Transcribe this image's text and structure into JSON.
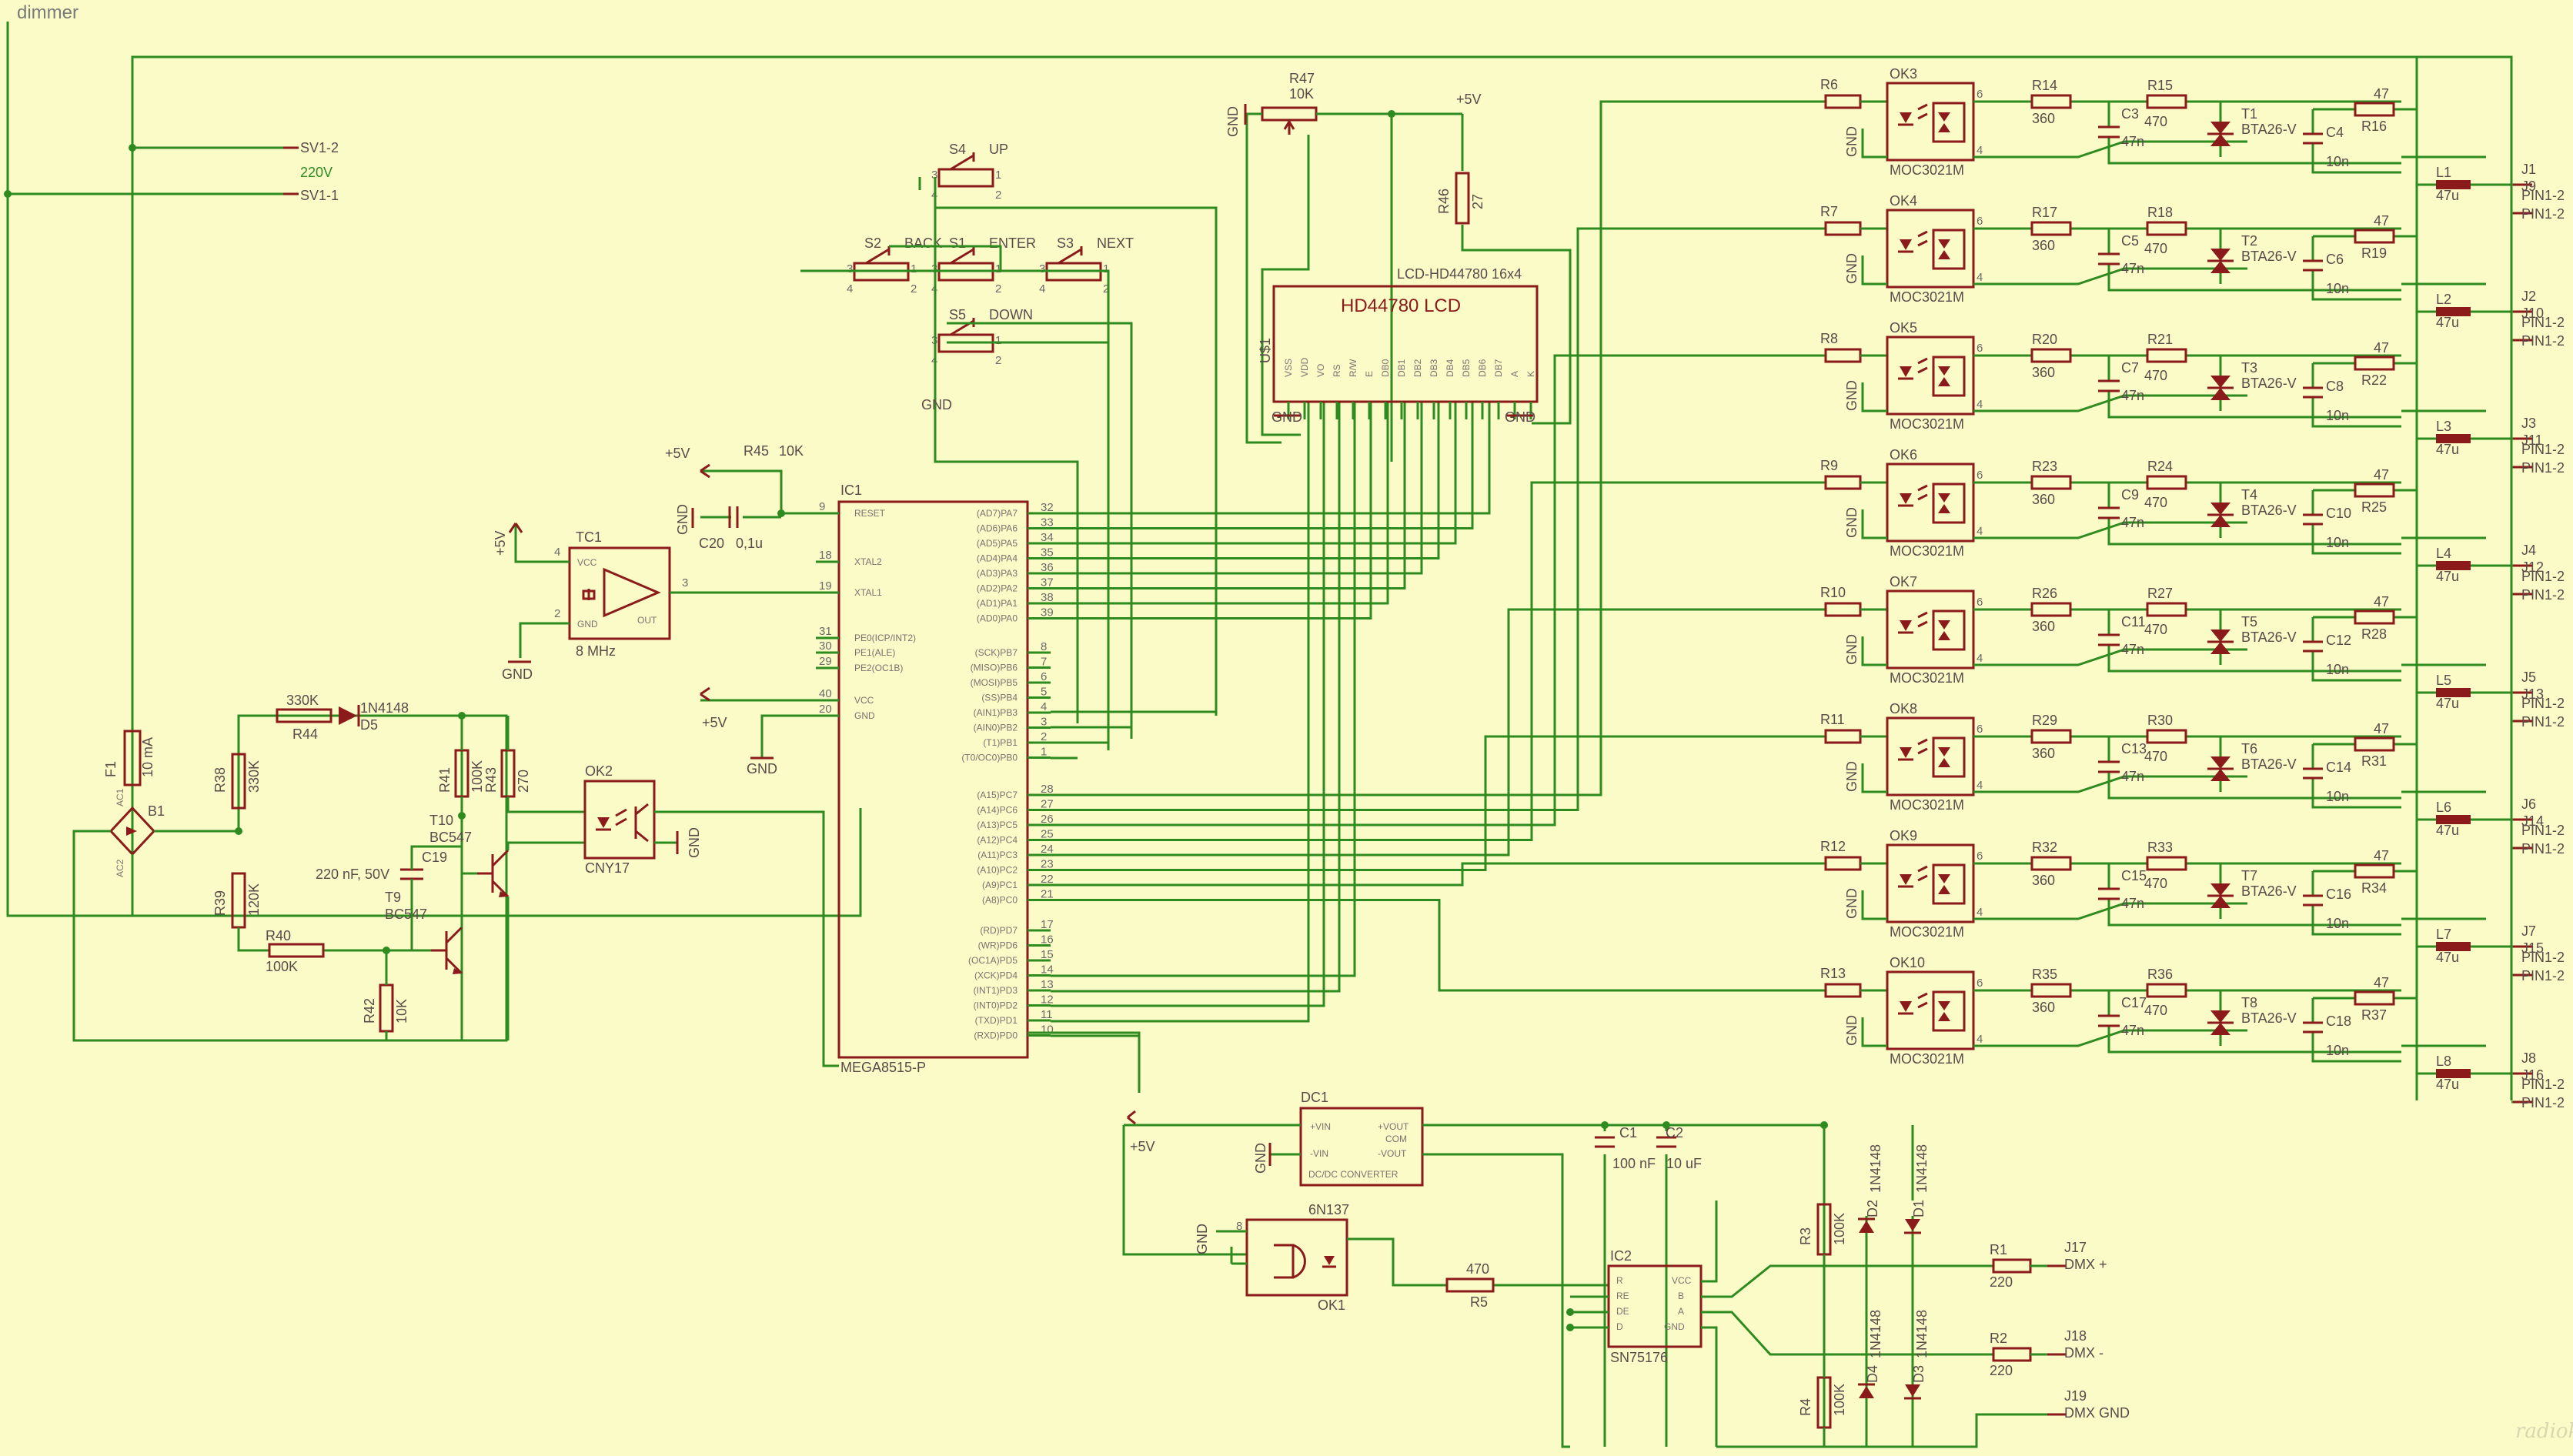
{
  "title": "dimmer",
  "net_label_220v": "220V",
  "mains": {
    "sv1_2": "SV1-2",
    "sv1_1": "SV1-1"
  },
  "fuse": {
    "name": "F1",
    "value": "10 mA"
  },
  "bridge": {
    "name": "B1",
    "ac1": "AC1",
    "ac2": "AC2"
  },
  "zero_cross": {
    "r44": {
      "name": "R44",
      "value": "330K"
    },
    "d5": {
      "name": "D5",
      "value": "1N4148"
    },
    "r38": {
      "name": "R38",
      "value": "330K"
    },
    "r39": {
      "name": "R39",
      "value": "120K"
    },
    "r40": {
      "name": "R40",
      "value": "100K"
    },
    "r41": {
      "name": "R41",
      "value": "100K"
    },
    "r42": {
      "name": "R42",
      "value": "10K"
    },
    "r43": {
      "name": "R43",
      "value": "270"
    },
    "c19": {
      "name": "C19",
      "value": "220 nF, 50V"
    },
    "t9": {
      "name": "T9",
      "value": "BC547"
    },
    "t10": {
      "name": "T10",
      "value": "BC547"
    },
    "ok2": {
      "name": "OK2",
      "value": "CNY17"
    }
  },
  "gnd": "GND",
  "plus5v": "+5V",
  "crystal": {
    "name": "TC1",
    "value": "8 MHz",
    "vcc": "VCC",
    "gnd": "GND",
    "out": "OUT",
    "pin_vcc": "4",
    "pin_gnd": "2",
    "pin_out": "3"
  },
  "reset": {
    "r45": {
      "name": "R45",
      "value": "10K"
    },
    "c20": {
      "name": "C20",
      "value": "0,1u"
    }
  },
  "buttons": [
    {
      "name": "S4",
      "label": "UP"
    },
    {
      "name": "S2",
      "label": "BACK"
    },
    {
      "name": "S1",
      "label": "ENTER"
    },
    {
      "name": "S3",
      "label": "NEXT"
    },
    {
      "name": "S5",
      "label": "DOWN"
    }
  ],
  "pot": {
    "name": "R47",
    "value": "10K"
  },
  "r46": {
    "name": "R46",
    "value": "27"
  },
  "lcd": {
    "part": "LCD-HD44780 16x4",
    "title": "HD44780 LCD",
    "ref": "U$1",
    "pins": [
      "VSS",
      "VDD",
      "VO",
      "RS",
      "R/W",
      "E",
      "DB0",
      "DB1",
      "DB2",
      "DB3",
      "DB4",
      "DB5",
      "DB6",
      "DB7",
      "A",
      "K"
    ]
  },
  "mcu": {
    "name": "IC1",
    "part": "MEGA8515-P",
    "left_pins": [
      {
        "label": "RESET",
        "num": "9"
      },
      {
        "label": "XTAL2",
        "num": "18"
      },
      {
        "label": "XTAL1",
        "num": "19"
      },
      {
        "label": "PE0(ICP/INT2)",
        "num": "31"
      },
      {
        "label": "PE1(ALE)",
        "num": "30"
      },
      {
        "label": "PE2(OC1B)",
        "num": "29"
      },
      {
        "label": "VCC",
        "num": "40"
      },
      {
        "label": "GND",
        "num": "20"
      }
    ],
    "right_pins": [
      {
        "label": "(AD7)PA7",
        "num": "32"
      },
      {
        "label": "(AD6)PA6",
        "num": "33"
      },
      {
        "label": "(AD5)PA5",
        "num": "34"
      },
      {
        "label": "(AD4)PA4",
        "num": "35"
      },
      {
        "label": "(AD3)PA3",
        "num": "36"
      },
      {
        "label": "(AD2)PA2",
        "num": "37"
      },
      {
        "label": "(AD1)PA1",
        "num": "38"
      },
      {
        "label": "(AD0)PA0",
        "num": "39"
      },
      {
        "label": "(SCK)PB7",
        "num": "8"
      },
      {
        "label": "(MISO)PB6",
        "num": "7"
      },
      {
        "label": "(MOSI)PB5",
        "num": "6"
      },
      {
        "label": "(SS)PB4",
        "num": "5"
      },
      {
        "label": "(AIN1)PB3",
        "num": "4"
      },
      {
        "label": "(AIN0)PB2",
        "num": "3"
      },
      {
        "label": "(T1)PB1",
        "num": "2"
      },
      {
        "label": "(T0/OC0)PB0",
        "num": "1"
      },
      {
        "label": "(A15)PC7",
        "num": "28"
      },
      {
        "label": "(A14)PC6",
        "num": "27"
      },
      {
        "label": "(A13)PC5",
        "num": "26"
      },
      {
        "label": "(A12)PC4",
        "num": "25"
      },
      {
        "label": "(A11)PC3",
        "num": "24"
      },
      {
        "label": "(A10)PC2",
        "num": "23"
      },
      {
        "label": "(A9)PC1",
        "num": "22"
      },
      {
        "label": "(A8)PC0",
        "num": "21"
      },
      {
        "label": "(RD)PD7",
        "num": "17"
      },
      {
        "label": "(WR)PD6",
        "num": "16"
      },
      {
        "label": "(OC1A)PD5",
        "num": "15"
      },
      {
        "label": "(XCK)PD4",
        "num": "14"
      },
      {
        "label": "(INT1)PD3",
        "num": "13"
      },
      {
        "label": "(INT0)PD2",
        "num": "12"
      },
      {
        "label": "(TXD)PD1",
        "num": "11"
      },
      {
        "label": "(RXD)PD0",
        "num": "10"
      }
    ]
  },
  "channels": [
    {
      "r_in": "R6",
      "ok": "OK3",
      "r_a": "R14",
      "r_b": "R15",
      "c": "C3",
      "t": "T1",
      "c2": "C4",
      "r_s": "R16",
      "l": "L1",
      "j": "J1",
      "j2": "J9"
    },
    {
      "r_in": "R7",
      "ok": "OK4",
      "r_a": "R17",
      "r_b": "R18",
      "c": "C5",
      "t": "T2",
      "c2": "C6",
      "r_s": "R19",
      "l": "L2",
      "j": "J2",
      "j2": "J10"
    },
    {
      "r_in": "R8",
      "ok": "OK5",
      "r_a": "R20",
      "r_b": "R21",
      "c": "C7",
      "t": "T3",
      "c2": "C8",
      "r_s": "R22",
      "l": "L3",
      "j": "J3",
      "j2": "J11"
    },
    {
      "r_in": "R9",
      "ok": "OK6",
      "r_a": "R23",
      "r_b": "R24",
      "c": "C9",
      "t": "T4",
      "c2": "C10",
      "r_s": "R25",
      "l": "L4",
      "j": "J4",
      "j2": "J12"
    },
    {
      "r_in": "R10",
      "ok": "OK7",
      "r_a": "R26",
      "r_b": "R27",
      "c": "C11",
      "t": "T5",
      "c2": "C12",
      "r_s": "R28",
      "l": "L5",
      "j": "J5",
      "j2": "J13"
    },
    {
      "r_in": "R11",
      "ok": "OK8",
      "r_a": "R29",
      "r_b": "R30",
      "c": "C13",
      "t": "T6",
      "c2": "C14",
      "r_s": "R31",
      "l": "L6",
      "j": "J6",
      "j2": "J14"
    },
    {
      "r_in": "R12",
      "ok": "OK9",
      "r_a": "R32",
      "r_b": "R33",
      "c": "C15",
      "t": "T7",
      "c2": "C16",
      "r_s": "R34",
      "l": "L7",
      "j": "J7",
      "j2": "J15"
    },
    {
      "r_in": "R13",
      "ok": "OK10",
      "r_a": "R35",
      "r_b": "R36",
      "c": "C17",
      "t": "T8",
      "c2": "C18",
      "r_s": "R37",
      "l": "L8",
      "j": "J8",
      "j2": "J16"
    }
  ],
  "channel_values": {
    "ok_part": "MOC3021M",
    "r_a": "360",
    "r_b": "470",
    "c": "47n",
    "triac": "BTA26-V",
    "c2": "10n",
    "r_s": "47",
    "l": "47u",
    "pin": "PIN1-2"
  },
  "dcdc": {
    "name": "DC1",
    "part": "DC/DC CONVERTER",
    "vin_p": "+VIN",
    "vin_n": "-VIN",
    "vout_p": "+VOUT",
    "com": "COM",
    "vout_n": "-VOUT"
  },
  "c1": {
    "name": "C1",
    "value": "100 nF"
  },
  "c2_dmx": {
    "name": "C2",
    "value": "10 uF"
  },
  "ok1": {
    "name": "OK1",
    "part": "6N137"
  },
  "r5": {
    "name": "R5",
    "value": "470"
  },
  "ic2": {
    "name": "IC2",
    "part": "SN75176",
    "r": "R",
    "re": "RE",
    "de": "DE",
    "d": "D",
    "vcc": "VCC",
    "b": "B",
    "a": "A",
    "gnd": "GND"
  },
  "r3": {
    "name": "R3",
    "value": "100K"
  },
  "r4": {
    "name": "R4",
    "value": "100K"
  },
  "diodes": [
    {
      "name": "D2",
      "value": "1N4148"
    },
    {
      "name": "D1",
      "value": "1N4148"
    },
    {
      "name": "D4",
      "value": "1N4148"
    },
    {
      "name": "D3",
      "value": "1N4148"
    }
  ],
  "r1": {
    "name": "R1",
    "value": "220"
  },
  "r2": {
    "name": "R2",
    "value": "220"
  },
  "dmx": [
    {
      "name": "J17",
      "label": "DMX +"
    },
    {
      "name": "J18",
      "label": "DMX -"
    },
    {
      "name": "J19",
      "label": "DMX GND"
    }
  ],
  "watermark": "radiokot.ru",
  "colors": {
    "background": "#fbfbc7",
    "wire": "#2e8b1f",
    "symbol": "#8b1a1a",
    "text": "#5a4a4a"
  }
}
